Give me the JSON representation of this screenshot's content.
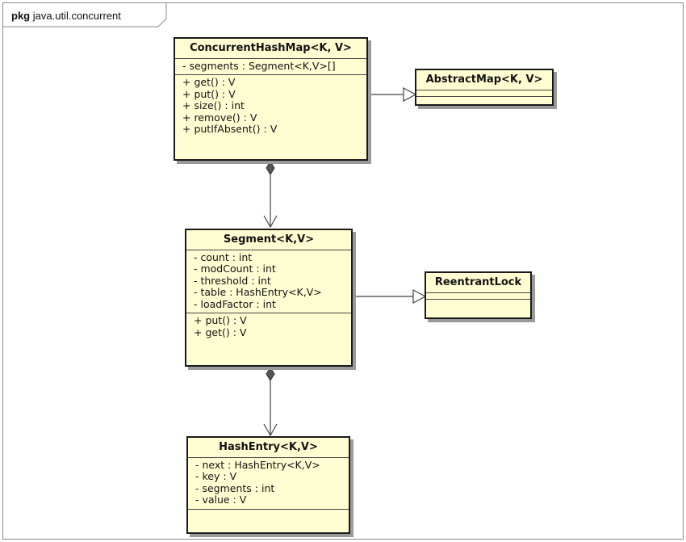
{
  "package": {
    "keyword": "pkg",
    "name": "java.util.concurrent"
  },
  "classes": {
    "concurrent_hash_map": {
      "title": "ConcurrentHashMap<K, V>",
      "attributes": [
        "- segments : Segment<K,V>[]"
      ],
      "operations": [
        "+ get() : V",
        "+ put() : V",
        "+ size() : int",
        "+ remove() : V",
        "+ putIfAbsent() : V"
      ]
    },
    "abstract_map": {
      "title": "AbstractMap<K, V>"
    },
    "segment": {
      "title": "Segment<K,V>",
      "attributes": [
        "- count : int",
        "- modCount : int",
        "- threshold : int",
        "- table : HashEntry<K,V>",
        "- loadFactor : int"
      ],
      "operations": [
        "+ put() : V",
        "+ get() : V"
      ]
    },
    "reentrant_lock": {
      "title": "ReentrantLock"
    },
    "hash_entry": {
      "title": "HashEntry<K,V>",
      "attributes": [
        "- next : HashEntry<K,V>",
        "- key : V",
        "- segments : int",
        "- value : V"
      ]
    }
  },
  "relationships": [
    {
      "from": "ConcurrentHashMap<K, V>",
      "to": "AbstractMap<K, V>",
      "type": "generalization"
    },
    {
      "from": "ConcurrentHashMap<K, V>",
      "to": "Segment<K,V>",
      "type": "composition"
    },
    {
      "from": "Segment<K,V>",
      "to": "ReentrantLock",
      "type": "generalization"
    },
    {
      "from": "Segment<K,V>",
      "to": "HashEntry<K,V>",
      "type": "composition"
    }
  ],
  "colors": {
    "class_fill": "#fffed2",
    "class_border": "#1a1a1a",
    "shadow": "#9a9a9a",
    "frame": "#8a8a8a"
  }
}
